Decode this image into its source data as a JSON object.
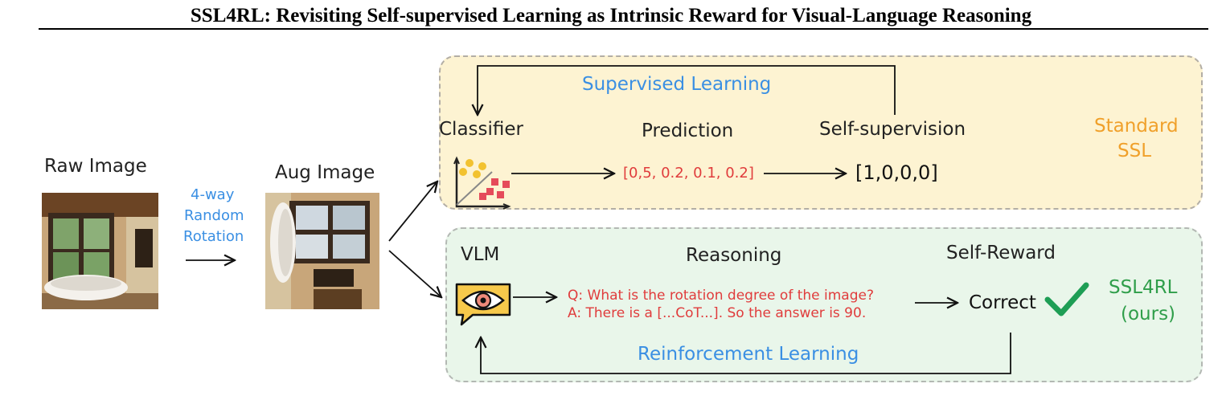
{
  "paper": {
    "title": "SSL4RL: Revisiting Self-supervised Learning as Intrinsic Reward for Visual-Language Reasoning"
  },
  "figure": {
    "raw_image_label": "Raw Image",
    "augmentation_label": [
      "4-way",
      "Random",
      "Rotation"
    ],
    "aug_image_label": "Aug Image",
    "standard_ssl": {
      "loop_label": "Supervised Learning",
      "classifier_label": "Classifier",
      "prediction_label": "Prediction",
      "prediction_value": "[0,5, 0.2, 0.1, 0.2]",
      "target_label": "Self-supervision",
      "target_value": "[1,0,0,0]",
      "tag": [
        "Standard",
        "SSL"
      ]
    },
    "ssl4rl": {
      "model_label": "VLM",
      "reasoning_label": "Reasoning",
      "question": "Q: What is the rotation degree of the image?",
      "answer": "A: There is a [...CoT...]. So the answer is 90.",
      "reward_label": "Self-Reward",
      "reward_value": "Correct",
      "loop_label": "Reinforcement Learning",
      "tag": [
        "SSL4RL",
        "(ours)"
      ]
    }
  },
  "colors": {
    "blue": "#3a8fe3",
    "red": "#e03c3c",
    "orange": "#f0a02a",
    "green": "#2f9e4a",
    "check": "#1e9e55"
  }
}
